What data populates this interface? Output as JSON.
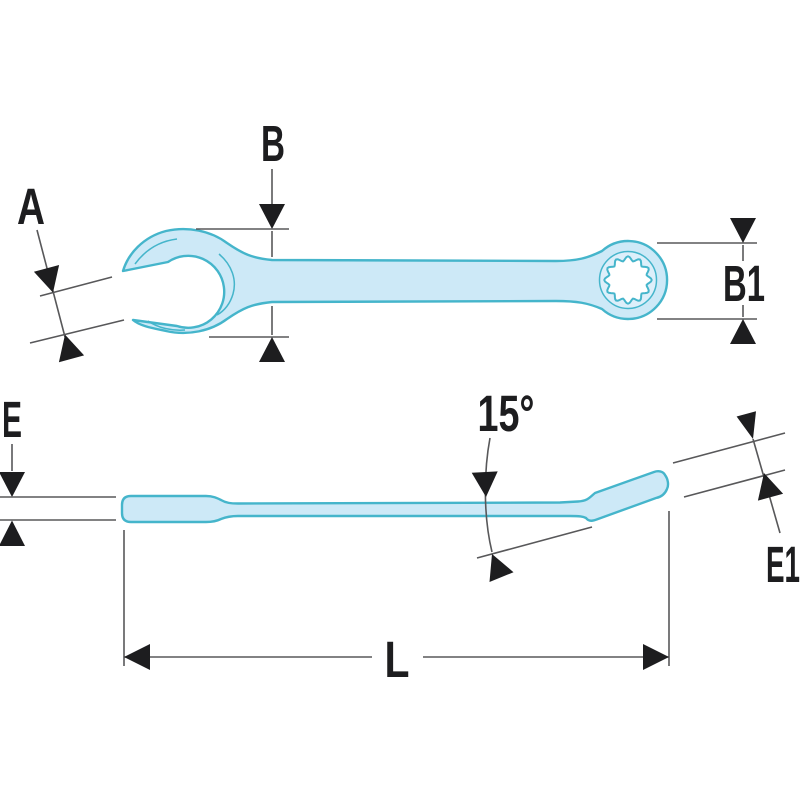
{
  "title": "Combination wrench dimensional drawing",
  "colors": {
    "background": "#ffffff",
    "wrench_fill": "#cde9f7",
    "wrench_outline": "#45b5cb",
    "ring_inner_fill": "#ddeffa",
    "dimension_line": "#58585a",
    "annotation": "#1d1d1f"
  },
  "top_view": {
    "labels": {
      "jaw_opening": "A",
      "head_width": "B",
      "ring_outer": "B1"
    }
  },
  "side_view": {
    "labels": {
      "head_thickness": "E",
      "angle": "15°",
      "ring_thickness": "E1",
      "overall_length": "L"
    }
  }
}
